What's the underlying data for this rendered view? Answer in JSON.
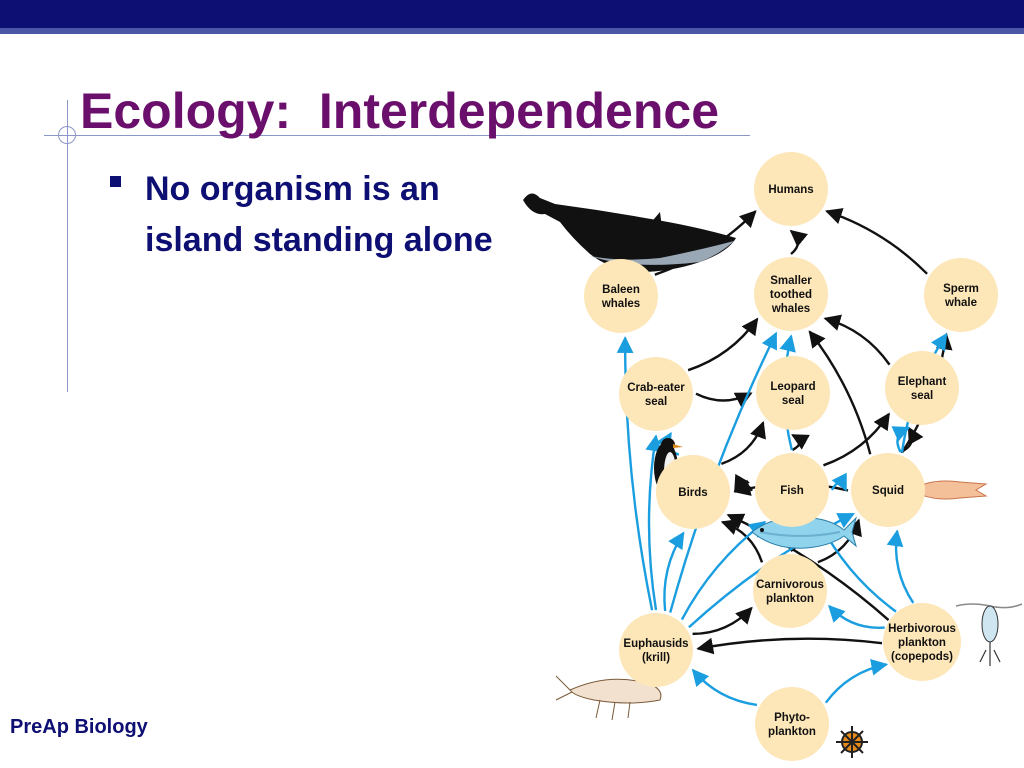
{
  "slide": {
    "title": "Ecology:  Interdependence",
    "bullets": [
      "No organism is an island standing alone"
    ],
    "footer": "PreAp Biology"
  },
  "colors": {
    "top_bar": "#0e0f73",
    "title": "#6a0f6b",
    "text": "#0e0f73",
    "node_fill": "#fde6b8",
    "arrow_black": "#111111",
    "arrow_blue": "#1a9ee0"
  },
  "diagram": {
    "nodes": [
      {
        "id": "humans",
        "label": "Humans"
      },
      {
        "id": "baleen",
        "label": "Baleen whales"
      },
      {
        "id": "smaller",
        "label": "Smaller toothed whales"
      },
      {
        "id": "sperm",
        "label": "Sperm whale"
      },
      {
        "id": "crab",
        "label": "Crab-eater seal"
      },
      {
        "id": "leopard",
        "label": "Leopard seal"
      },
      {
        "id": "elephant",
        "label": "Elephant seal"
      },
      {
        "id": "birds",
        "label": "Birds"
      },
      {
        "id": "fish",
        "label": "Fish"
      },
      {
        "id": "squid",
        "label": "Squid"
      },
      {
        "id": "carnivorous",
        "label": "Carnivorous plankton"
      },
      {
        "id": "euphausids",
        "label": "Euphausids (krill)"
      },
      {
        "id": "herbivorous",
        "label": "Herbivorous plankton (copepods)"
      },
      {
        "id": "phyto",
        "label": "Phyto- plankton"
      }
    ],
    "edges_black": [
      [
        "baleen",
        "humans"
      ],
      [
        "sperm",
        "humans"
      ],
      [
        "smaller",
        "humans"
      ],
      [
        "crab",
        "smaller"
      ],
      [
        "elephant",
        "smaller"
      ],
      [
        "squid",
        "smaller"
      ],
      [
        "birds",
        "leopard"
      ],
      [
        "fish",
        "leopard"
      ],
      [
        "crab",
        "leopard"
      ],
      [
        "squid",
        "sperm"
      ],
      [
        "squid",
        "birds"
      ],
      [
        "fish",
        "birds"
      ],
      [
        "squid",
        "elephant"
      ],
      [
        "fish",
        "elephant"
      ],
      [
        "carnivorous",
        "birds"
      ],
      [
        "carnivorous",
        "squid"
      ],
      [
        "euphausids",
        "carnivorous"
      ],
      [
        "herbivorous",
        "euphausids"
      ],
      [
        "herbivorous",
        "birds"
      ],
      [
        "carnivorous",
        "fish"
      ]
    ],
    "edges_blue": [
      [
        "euphausids",
        "baleen"
      ],
      [
        "euphausids",
        "crab"
      ],
      [
        "euphausids",
        "birds"
      ],
      [
        "euphausids",
        "fish"
      ],
      [
        "euphausids",
        "smaller"
      ],
      [
        "euphausids",
        "squid"
      ],
      [
        "fish",
        "smaller"
      ],
      [
        "fish",
        "squid"
      ],
      [
        "squid",
        "elephant"
      ],
      [
        "squid",
        "sperm"
      ],
      [
        "phyto",
        "euphausids"
      ],
      [
        "phyto",
        "herbivorous"
      ],
      [
        "herbivorous",
        "carnivorous"
      ],
      [
        "herbivorous",
        "squid"
      ],
      [
        "herbivorous",
        "fish"
      ],
      [
        "birds",
        "crab"
      ]
    ]
  }
}
